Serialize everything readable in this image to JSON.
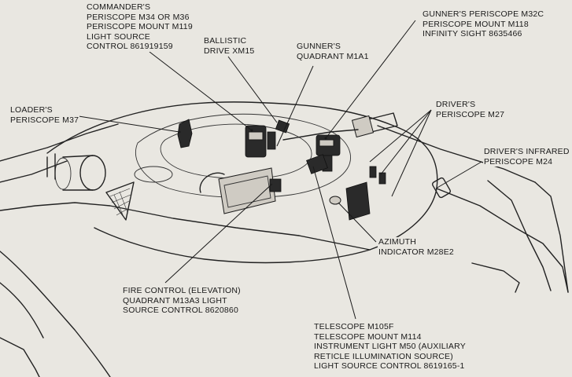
{
  "labels": {
    "commanders_periscope": [
      "COMMANDER'S",
      "PERISCOPE M34 OR M36",
      "PERISCOPE MOUNT M119",
      "LIGHT SOURCE",
      "CONTROL 861919159"
    ],
    "ballistic_drive": [
      "BALLISTIC",
      "DRIVE XM15"
    ],
    "gunners_quadrant": [
      "GUNNER'S",
      "QUADRANT M1A1"
    ],
    "gunners_periscope": [
      "GUNNER'S PERISCOPE M32C",
      "PERISCOPE MOUNT M118",
      "INFINITY SIGHT 8635466"
    ],
    "loaders_periscope": [
      "LOADER'S",
      "PERISCOPE M37"
    ],
    "drivers_periscope": [
      "DRIVER'S",
      "PERISCOPE M27"
    ],
    "drivers_infrared": [
      "DRIVER'S INFRARED",
      "PERISCOPE M24"
    ],
    "azimuth_indicator": [
      "AZIMUTH",
      "INDICATOR M28E2"
    ],
    "fire_control": [
      "FIRE CONTROL (ELEVATION)",
      "QUADRANT M13A3 LIGHT",
      "SOURCE CONTROL 8620860"
    ],
    "telescope": [
      "TELESCOPE M105F",
      "TELESCOPE MOUNT M114",
      "INSTRUMENT LIGHT M50 (AUXILIARY",
      "RETICLE ILLUMINATION SOURCE)",
      "LIGHT SOURCE CONTROL 8619165-1"
    ]
  }
}
